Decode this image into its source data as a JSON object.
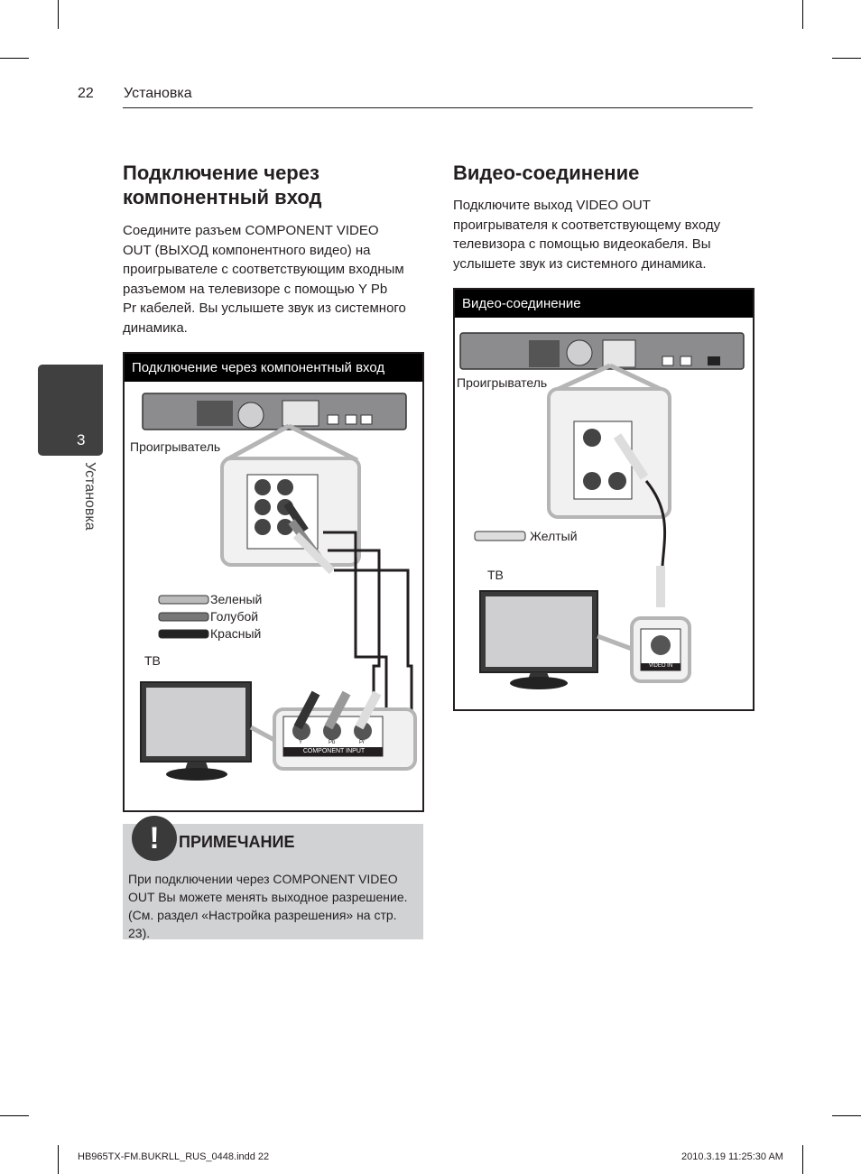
{
  "header": {
    "page_number": "22",
    "section": "Установка"
  },
  "side_tab": {
    "number": "3",
    "label": "Установка"
  },
  "left": {
    "title_line1": "Подключение через",
    "title_line2": "компонентный вход",
    "paragraph_lines": [
      "Соедините разъем COMPONENT VIDEO",
      "OUT (ВЫХОД компонентного видео) на",
      "проигрывателе с соответствующим входным",
      "разъемом на  телевизоре с помощью Y Pb",
      "Pr кабелей. Вы услышете звук из системного",
      "динамика."
    ],
    "box_title": "Подключение через компонентный вход",
    "player_label": "Проигрыватель",
    "cables": [
      "Зеленый",
      "Голубой",
      "Красный"
    ],
    "tv_label": "ТВ",
    "component_input": "COMPONENT INPUT",
    "jack_labels": [
      "Y",
      "Pb",
      "Pr"
    ]
  },
  "right": {
    "title": "Видео-соединение",
    "paragraph_lines": [
      "Подключите выход VIDEO OUT",
      "проигрывателя к соответствующему входу",
      "телевизора с помощью видеокабеля. Вы",
      "услышете звук из системного динамика."
    ],
    "box_title": "Видео-соединение",
    "player_label": "Проигрыватель",
    "cable_label": "Желтый",
    "tv_label": "ТВ",
    "video_in": "VIDEO IN"
  },
  "note": {
    "title": "ПРИМЕЧАНИЕ",
    "icon": "exclamation-icon",
    "lines": [
      "При подключении через COMPONENT VIDEO",
      "OUT Вы можете менять выходное разрешение.",
      "(См. раздел «Настройка разрешения» на стр. 23)."
    ]
  },
  "footer": {
    "file": "HB965TX-FM.BUKRLL_RUS_0448.indd   22",
    "timestamp": "2010.3.19   11:25:30 AM"
  }
}
